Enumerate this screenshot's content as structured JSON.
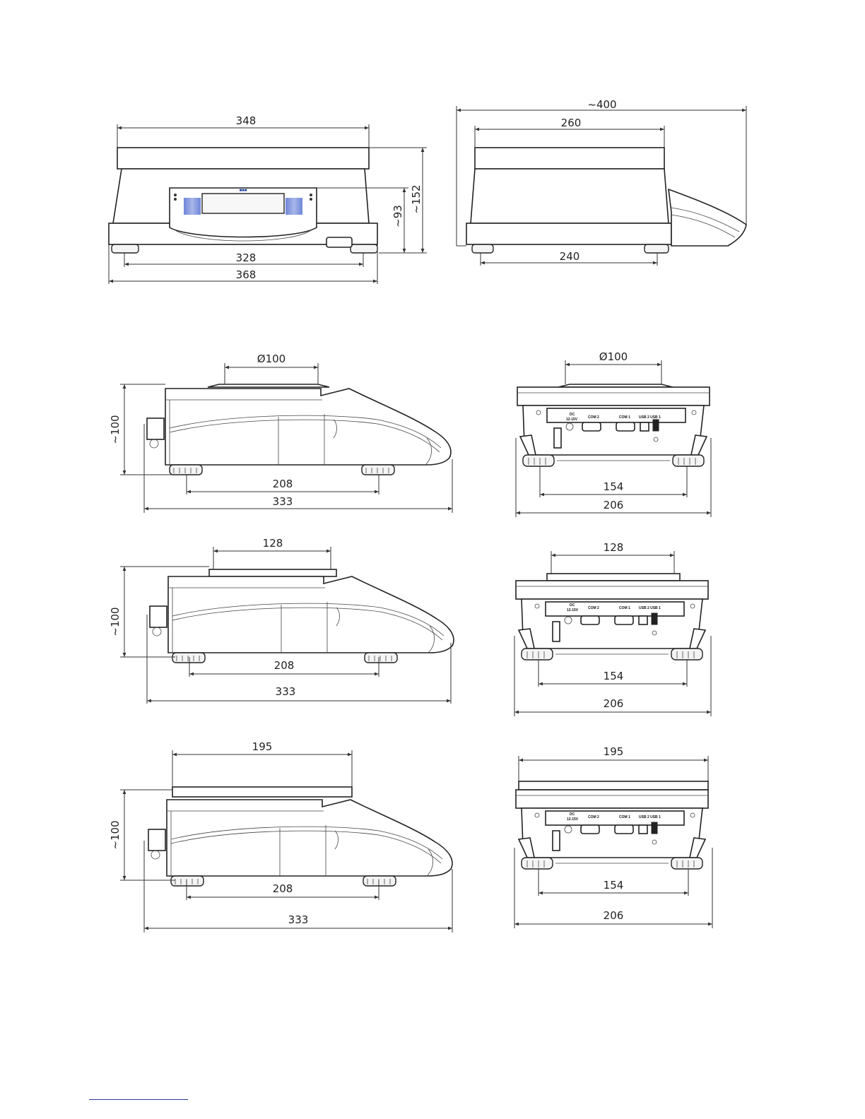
{
  "views": {
    "front_overview": {
      "width_top": "348",
      "feet_span": "328",
      "width_base": "368",
      "height_display": "~93",
      "height_total": "~152"
    },
    "side_overview": {
      "length_total": "~400",
      "length_top": "260",
      "feet_span": "240"
    },
    "side_pan_round": {
      "pan": "Ø100",
      "height": "~100",
      "feet_span": "208",
      "length": "333"
    },
    "rear_pan_round": {
      "pan": "Ø100",
      "feet_span": "154",
      "width": "206"
    },
    "side_pan_128": {
      "pan": "128",
      "height": "~100",
      "feet_span": "208",
      "length": "333"
    },
    "rear_pan_128": {
      "pan": "128",
      "feet_span": "154",
      "width": "206"
    },
    "side_pan_195": {
      "pan": "195",
      "height": "~100",
      "feet_span": "208",
      "length": "333"
    },
    "rear_pan_195": {
      "pan": "195",
      "feet_span": "154",
      "width": "206"
    }
  },
  "connector_labels": {
    "dc": "DC",
    "voltage": "12-15V",
    "com2": "COM 2",
    "com1": "COM 1",
    "usb": "USB 2 USB 1"
  }
}
